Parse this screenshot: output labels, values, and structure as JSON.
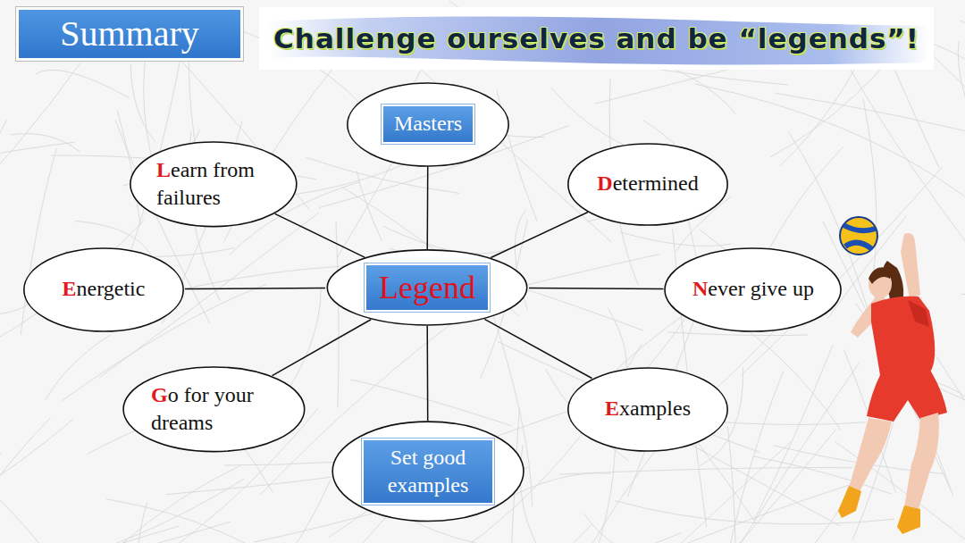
{
  "diagram": {
    "title": "Challenge ourselves and be “legends”!",
    "nodes": [
      {
        "text": [
          "Summary"
        ]
      },
      {
        "text": [
          "Masters"
        ]
      },
      {
        "text": [
          "Learn from failures"
        ]
      },
      {
        "text": [
          "Determined"
        ]
      },
      {
        "text": [
          "Legend"
        ]
      },
      {
        "text": [
          "Energetic"
        ]
      },
      {
        "text": [
          "Never give up"
        ]
      },
      {
        "text": [
          "Go for your dreams"
        ]
      },
      {
        "text": [
          "Examples"
        ]
      },
      {
        "text": [
          "Set good examples"
        ]
      }
    ],
    "edges": [
      {
        "from": 4,
        "to": 1,
        "arrow": "none"
      },
      {
        "from": 4,
        "to": 2,
        "arrow": "none"
      },
      {
        "from": 4,
        "to": 3,
        "arrow": "none"
      },
      {
        "from": 4,
        "to": 5,
        "arrow": "none"
      },
      {
        "from": 4,
        "to": 6,
        "arrow": "none"
      },
      {
        "from": 4,
        "to": 7,
        "arrow": "none"
      },
      {
        "from": 4,
        "to": 8,
        "arrow": "none"
      },
      {
        "from": 4,
        "to": 9,
        "arrow": "none"
      }
    ]
  }
}
